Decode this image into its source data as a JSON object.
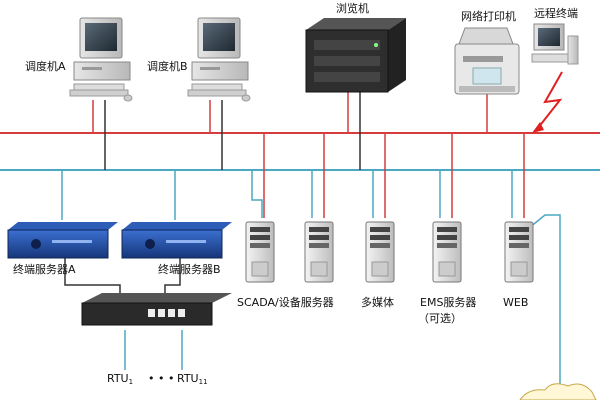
{
  "labels": {
    "dispatcher_a": "调度机A",
    "dispatcher_b": "调度机B",
    "browser": "浏览机",
    "network_printer": "网络打印机",
    "remote_terminal": "远程终端",
    "terminal_server_a": "终端服务器A",
    "terminal_server_b": "终端服务器B",
    "scada_server": "SCADA/设备服务器",
    "multimedia": "多媒体",
    "ems_server": "EMS服务器",
    "ems_optional": "（可选）",
    "web": "WEB",
    "rtu_base": "RTU",
    "rtu_first_sub": "1",
    "rtu_last_sub": "11",
    "rtu_dots": "• • •"
  },
  "colors": {
    "bus_red": "#d63c3c",
    "bus_cyan": "#4aa8c2",
    "wire_dark": "#333333",
    "rack_blue": "#1f4fa3",
    "wan_link": "#e02020"
  }
}
